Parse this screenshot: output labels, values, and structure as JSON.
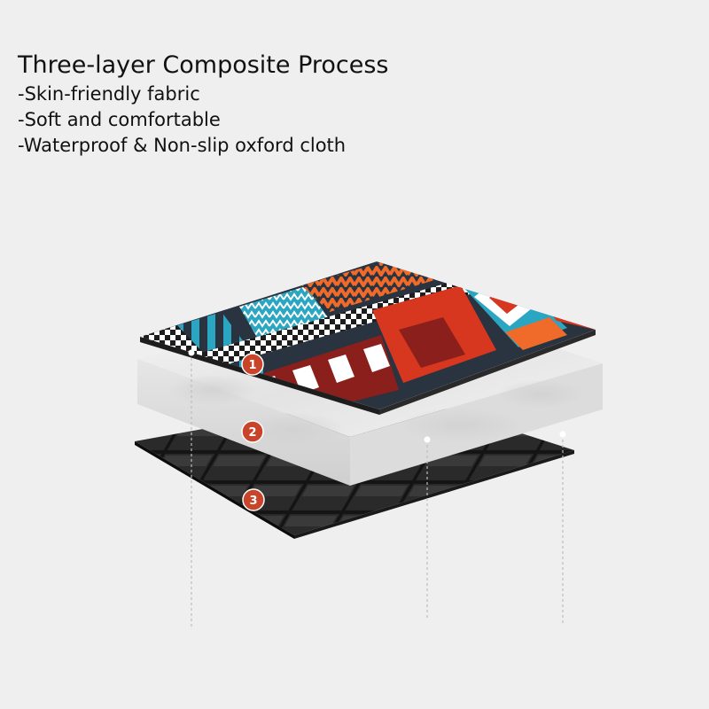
{
  "header": {
    "title": "Three-layer Composite Process",
    "features": [
      "-Skin-friendly fabric",
      "-Soft and comfortable",
      "-Waterproof & Non-slip oxford cloth"
    ]
  },
  "layers": [
    {
      "number": "1",
      "material": "patterned-fabric"
    },
    {
      "number": "2",
      "material": "cotton-filling"
    },
    {
      "number": "3",
      "material": "black-oxford-cloth"
    }
  ],
  "colors": {
    "background": "#efefef",
    "text": "#111111",
    "badge": "#c8442a",
    "pattern_teal": "#2ba6c2",
    "pattern_red": "#d7361f",
    "pattern_orange": "#f06a2a",
    "pattern_navy": "#2a3340",
    "pattern_maroon": "#8a1f1c"
  }
}
